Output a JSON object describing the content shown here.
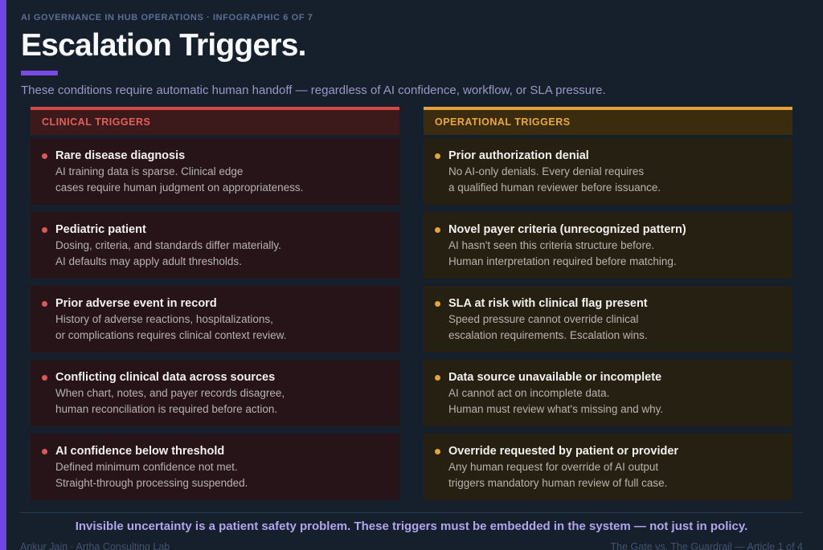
{
  "header": {
    "eyebrow": "AI GOVERNANCE IN HUB OPERATIONS · INFOGRAPHIC 6 OF 7",
    "title": "Escalation Triggers.",
    "subtitle": "These conditions require automatic human handoff — regardless of AI confidence, workflow, or SLA pressure.",
    "accent_color": "#6f46e2"
  },
  "columns": {
    "clinical": {
      "label": "CLINICAL TRIGGERS",
      "accent_color": "#d9534f",
      "triggers": [
        {
          "title": "Rare disease diagnosis",
          "desc1": "AI training data is sparse. Clinical edge",
          "desc2": "cases require human judgment on appropriateness."
        },
        {
          "title": "Pediatric patient",
          "desc1": "Dosing, criteria, and standards differ materially.",
          "desc2": "AI defaults may apply adult thresholds."
        },
        {
          "title": "Prior adverse event in record",
          "desc1": "History of adverse reactions, hospitalizations,",
          "desc2": "or complications requires clinical context review."
        },
        {
          "title": "Conflicting clinical data across sources",
          "desc1": "When chart, notes, and payer records disagree,",
          "desc2": "human reconciliation is required before action."
        },
        {
          "title": "AI confidence below threshold",
          "desc1": "Defined minimum confidence not met.",
          "desc2": "Straight-through processing suspended."
        }
      ]
    },
    "operational": {
      "label": "OPERATIONAL TRIGGERS",
      "accent_color": "#e8a33d",
      "triggers": [
        {
          "title": "Prior authorization denial",
          "desc1": "No AI-only denials. Every denial requires",
          "desc2": "a qualified human reviewer before issuance."
        },
        {
          "title": "Novel payer criteria (unrecognized pattern)",
          "desc1": "AI hasn't seen this criteria structure before.",
          "desc2": "Human interpretation required before matching."
        },
        {
          "title": "SLA at risk with clinical flag present",
          "desc1": "Speed pressure cannot override clinical",
          "desc2": "escalation requirements. Escalation wins."
        },
        {
          "title": "Data source unavailable or incomplete",
          "desc1": "AI cannot act on incomplete data.",
          "desc2": "Human must review what's missing and why."
        },
        {
          "title": "Override requested by patient or provider",
          "desc1": "Any human request for override of AI output",
          "desc2": "triggers mandatory human review of full case."
        }
      ]
    }
  },
  "footer": {
    "message": "Invisible uncertainty is a patient safety problem. These triggers must be embedded in the system — not just in policy.",
    "author": "Ankur Jain · Artha Consulting Lab",
    "series": "The Gate vs. The Guardrail — Article 1 of 4"
  }
}
